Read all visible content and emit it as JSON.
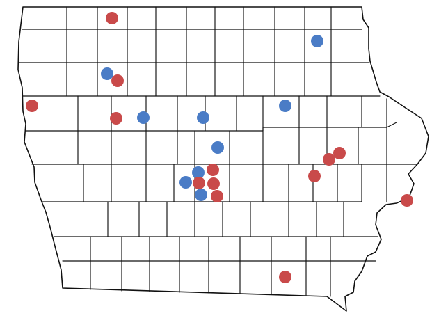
{
  "map": {
    "region": "Iowa",
    "colors": {
      "red": "#c94a4a",
      "blue": "#4a7cc6",
      "line": "#111111",
      "background": "#ffffff"
    },
    "markers": [
      {
        "id": "r1",
        "color": "red"
      },
      {
        "id": "b1",
        "color": "blue"
      },
      {
        "id": "b2",
        "color": "blue"
      },
      {
        "id": "r2",
        "color": "red"
      },
      {
        "id": "r3",
        "color": "red"
      },
      {
        "id": "r4",
        "color": "red"
      },
      {
        "id": "b3",
        "color": "blue"
      },
      {
        "id": "b4",
        "color": "blue"
      },
      {
        "id": "b5",
        "color": "blue"
      },
      {
        "id": "b6",
        "color": "blue"
      },
      {
        "id": "r5",
        "color": "red"
      },
      {
        "id": "r6",
        "color": "red"
      },
      {
        "id": "b7",
        "color": "blue"
      },
      {
        "id": "b8",
        "color": "blue"
      },
      {
        "id": "r7",
        "color": "red"
      },
      {
        "id": "r8",
        "color": "red"
      },
      {
        "id": "b9",
        "color": "blue"
      },
      {
        "id": "r9",
        "color": "red"
      },
      {
        "id": "r10",
        "color": "red"
      },
      {
        "id": "r11",
        "color": "red"
      },
      {
        "id": "r12",
        "color": "red"
      },
      {
        "id": "r13",
        "color": "red"
      },
      {
        "id": "r14",
        "color": "red"
      }
    ]
  }
}
